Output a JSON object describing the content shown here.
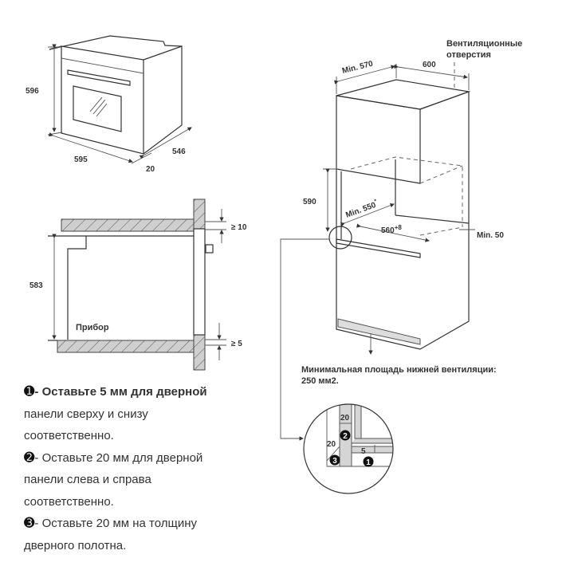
{
  "oven_view": {
    "height": "596",
    "width": "595",
    "depth": "546",
    "door_thickness": "20"
  },
  "section_view": {
    "height": "583",
    "appliance_label": "Прибор",
    "top_gap": "≥ 10",
    "bottom_gap": "≥ 5"
  },
  "cabinet_view": {
    "vent_label_line1": "Вентиляционные",
    "vent_label_line2": "отверстия",
    "min_depth": "Min. 570",
    "width": "600",
    "niche_height": "590",
    "min_niche_depth": "Min. 550",
    "min_niche_depth_mark": "*",
    "niche_width": "560",
    "niche_width_tol": "+8",
    "min_back_gap": "Min. 50",
    "bottom_vent_line1": "Минимальная площадь нижней вентиляции:",
    "bottom_vent_line2": "250 мм2."
  },
  "detail_view": {
    "dim_top": "20",
    "dim_left": "20",
    "dim_gap": "5",
    "marker_1": "1",
    "marker_2": "2",
    "marker_3": "3"
  },
  "notes": [
    {
      "marker": "➊",
      "text_line1": "- Оставьте 5 мм для дверной",
      "text_line2": "панели сверху и снизу",
      "text_line3": "соответственно."
    },
    {
      "marker": "➋",
      "text_line1": "- Оставьте 20 мм для дверной",
      "text_line2": "панели слева и справа",
      "text_line3": "соответственно."
    },
    {
      "marker": "➌",
      "text_line1": "- Оставьте 20 мм на толщину",
      "text_line2": "дверного полотна."
    }
  ]
}
